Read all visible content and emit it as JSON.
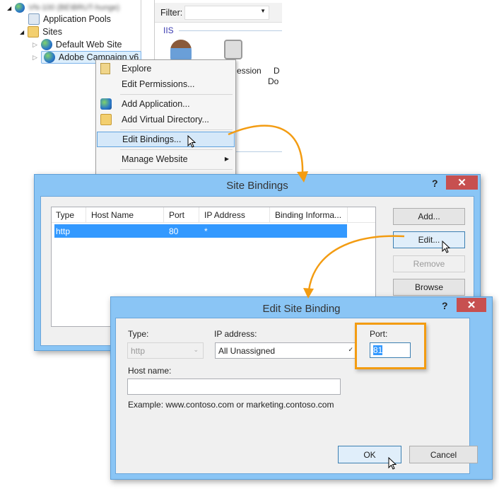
{
  "tree": {
    "server_name": "VN-100 (BE\\BRUT-hunge)",
    "items": [
      "Application Pools",
      "Sites",
      "Default Web Site",
      "Adobe Campaign v6"
    ]
  },
  "features": {
    "filter_label": "Filter:",
    "group_label": "IIS",
    "icon_labels": [
      "ession",
      "D",
      "Do"
    ]
  },
  "context_menu": {
    "items": [
      "Explore",
      "Edit Permissions...",
      "Add Application...",
      "Add Virtual Directory...",
      "Edit Bindings...",
      "Manage Website"
    ]
  },
  "site_bindings": {
    "title": "Site Bindings",
    "help": "?",
    "close": "✕",
    "columns": [
      "Type",
      "Host Name",
      "Port",
      "IP Address",
      "Binding Informa..."
    ],
    "rows": [
      {
        "type": "http",
        "host": "",
        "port": "80",
        "ip": "*",
        "info": ""
      }
    ],
    "buttons": {
      "add": "Add...",
      "edit": "Edit...",
      "remove": "Remove",
      "browse": "Browse"
    }
  },
  "edit_binding": {
    "title": "Edit Site Binding",
    "help": "?",
    "close": "✕",
    "type_label": "Type:",
    "type_value": "http",
    "ip_label": "IP address:",
    "ip_value": "All Unassigned",
    "port_label": "Port:",
    "port_value": "81",
    "host_label": "Host name:",
    "host_value": "",
    "example": "Example: www.contoso.com or marketing.contoso.com",
    "ok": "OK",
    "cancel": "Cancel"
  },
  "colors": {
    "accent_orange": "#f39c12",
    "title_bar": "#8ac5f5",
    "selection": "#3399ff",
    "close_red": "#c75050"
  }
}
